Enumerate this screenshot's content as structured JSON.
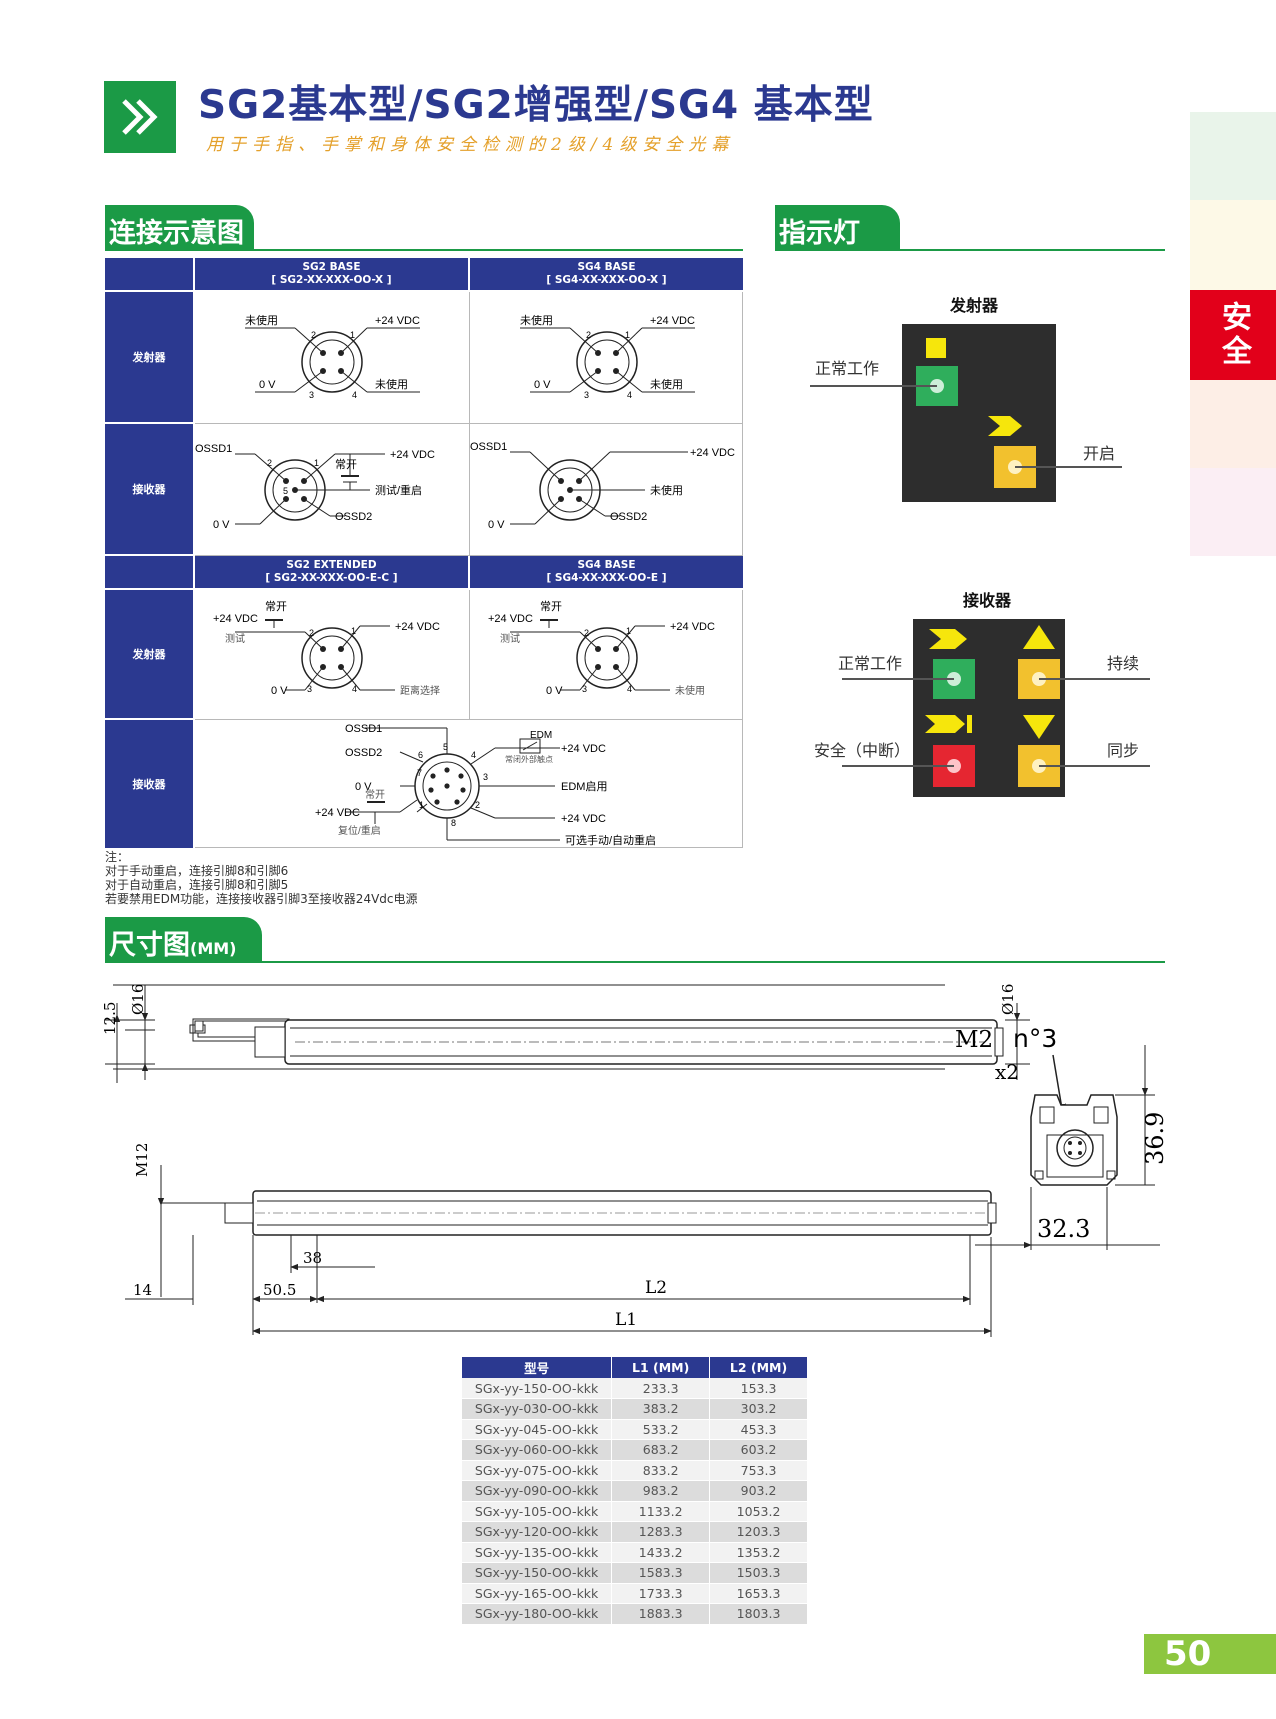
{
  "header": {
    "title": "SG2基本型/SG2增强型/SG4 基本型",
    "subtitle": "用于手指、手掌和身体安全检测的2级/4级安全光幕"
  },
  "side_tab": "安全",
  "sections": {
    "wiring": "连接示意图",
    "indicators": "指示灯",
    "dimensions": "尺寸图",
    "dimensions_unit": "(MM)"
  },
  "wiring": {
    "col1_top": {
      "line1": "SG2 BASE",
      "line2": "[ SG2-XX-XXX-OO-X ]"
    },
    "col2_top": {
      "line1": "SG4 BASE",
      "line2": "[ SG4-XX-XXX-OO-X ]"
    },
    "col1_bottom": {
      "line1": "SG2 EXTENDED",
      "line2": "[ SG2-XX-XXX-OO-E-C ]"
    },
    "col2_bottom": {
      "line1": "SG4 BASE",
      "line2": "[ SG4-XX-XXX-OO-E ]"
    },
    "emitter": "发射器",
    "receiver": "接收器",
    "labels": {
      "unused": "未使用",
      "v24": "+24 VDC",
      "v0": "0 V",
      "ossd1": "OSSD1",
      "ossd2": "OSSD2",
      "no": "常开",
      "test_restart": "测试/重启",
      "test": "测试",
      "distance": "距离选择",
      "edm": "EDM",
      "nc_contact": "常闭外部触点",
      "edm_enable": "EDM启用",
      "reset_restart": "复位/重启",
      "opt_restart": "可选手动/自动重启",
      "p1": "1",
      "p2": "2",
      "p3": "3",
      "p4": "4",
      "p5": "5",
      "p6": "6",
      "p7": "7",
      "p8": "8"
    },
    "notes": [
      "注：",
      "对于手动重启，连接引脚8和引脚6",
      "对于自动重启，连接引脚8和引脚5",
      "若要禁用EDM功能，连接接收器引脚3至接收器24Vdc电源"
    ]
  },
  "indicators": {
    "emitter_title": "发射器",
    "receiver_title": "接收器",
    "normal": "正常工作",
    "on": "开启",
    "continuous": "持续",
    "safe": "安全（中断）",
    "sync": "同步",
    "colors": {
      "green": "#2fae5c",
      "yellow": "#f2c12e",
      "red": "#e52631",
      "panel": "#2d2d2d",
      "arrow": "#f6e60c"
    }
  },
  "dims": {
    "d125": "12.5",
    "d16": "Ø16",
    "m12": "M12",
    "d38": "38",
    "d14": "14",
    "d505": "50.5",
    "l2": "L2",
    "l1": "L1",
    "m2": "M2",
    "n3": "n°3",
    "x2": "x2",
    "d369": "36.9",
    "d323": "32.3"
  },
  "model_table": {
    "headers": [
      "型号",
      "L1 (MM)",
      "L2 (MM)"
    ],
    "rows": [
      [
        "SGx-yy-150-OO-kkk",
        "233.3",
        "153.3"
      ],
      [
        "SGx-yy-030-OO-kkk",
        "383.2",
        "303.2"
      ],
      [
        "SGx-yy-045-OO-kkk",
        "533.2",
        "453.3"
      ],
      [
        "SGx-yy-060-OO-kkk",
        "683.2",
        "603.2"
      ],
      [
        "SGx-yy-075-OO-kkk",
        "833.2",
        "753.3"
      ],
      [
        "SGx-yy-090-OO-kkk",
        "983.2",
        "903.2"
      ],
      [
        "SGx-yy-105-OO-kkk",
        "1133.2",
        "1053.2"
      ],
      [
        "SGx-yy-120-OO-kkk",
        "1283.3",
        "1203.3"
      ],
      [
        "SGx-yy-135-OO-kkk",
        "1433.2",
        "1353.2"
      ],
      [
        "SGx-yy-150-OO-kkk",
        "1583.3",
        "1503.3"
      ],
      [
        "SGx-yy-165-OO-kkk",
        "1733.3",
        "1653.3"
      ],
      [
        "SGx-yy-180-OO-kkk",
        "1883.3",
        "1803.3"
      ]
    ]
  },
  "page_number": "50"
}
